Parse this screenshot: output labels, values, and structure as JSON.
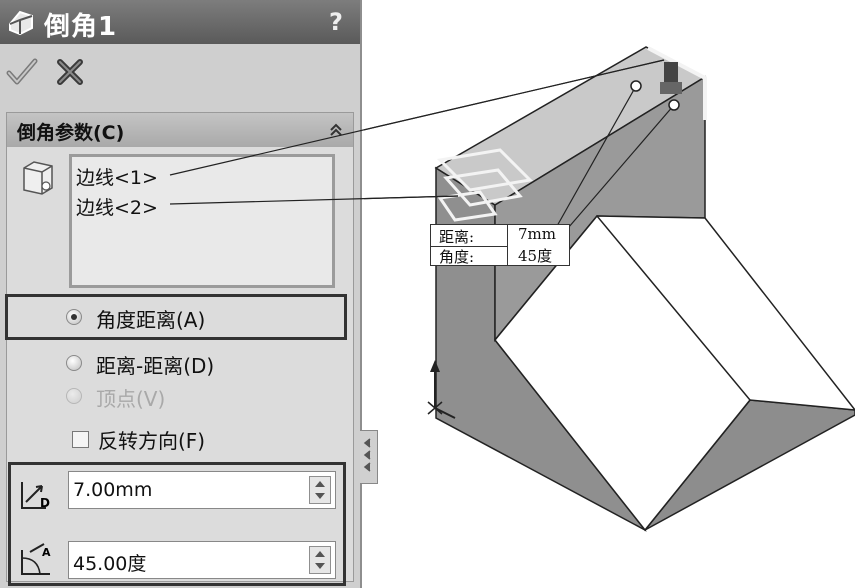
{
  "title_bar": {
    "title": "倒角1",
    "help_label": "?",
    "icon": "chamfer-feature-icon"
  },
  "actions": {
    "ok_icon": "checkmark-icon",
    "cancel_icon": "close-x-icon"
  },
  "chamfer_params": {
    "header": "倒角参数(C)",
    "collapse_icon": "double-chevron-up-icon",
    "edges": [
      "边线<1>",
      "边线<2>"
    ],
    "options": [
      {
        "label": "角度距离(A)",
        "selected": true,
        "enabled": true
      },
      {
        "label": "距离-距离(D)",
        "selected": false,
        "enabled": true
      },
      {
        "label": "顶点(V)",
        "selected": false,
        "enabled": false
      }
    ],
    "flip_direction": {
      "label": "反转方向(F)",
      "checked": false
    },
    "distance": {
      "value": "7.00mm",
      "icon": "distance-icon"
    },
    "angle": {
      "value": "45.00度",
      "icon": "angle-icon"
    }
  },
  "callout": {
    "rows": [
      {
        "key": "距离:",
        "value": "7mm"
      },
      {
        "key": "角度:",
        "value": "45度"
      }
    ]
  },
  "colors": {
    "panel_bg": "#cfcfcf",
    "title_bg": "#6a6a6a",
    "model_dark": "#8f8f8f",
    "model_light": "#ffffff"
  }
}
